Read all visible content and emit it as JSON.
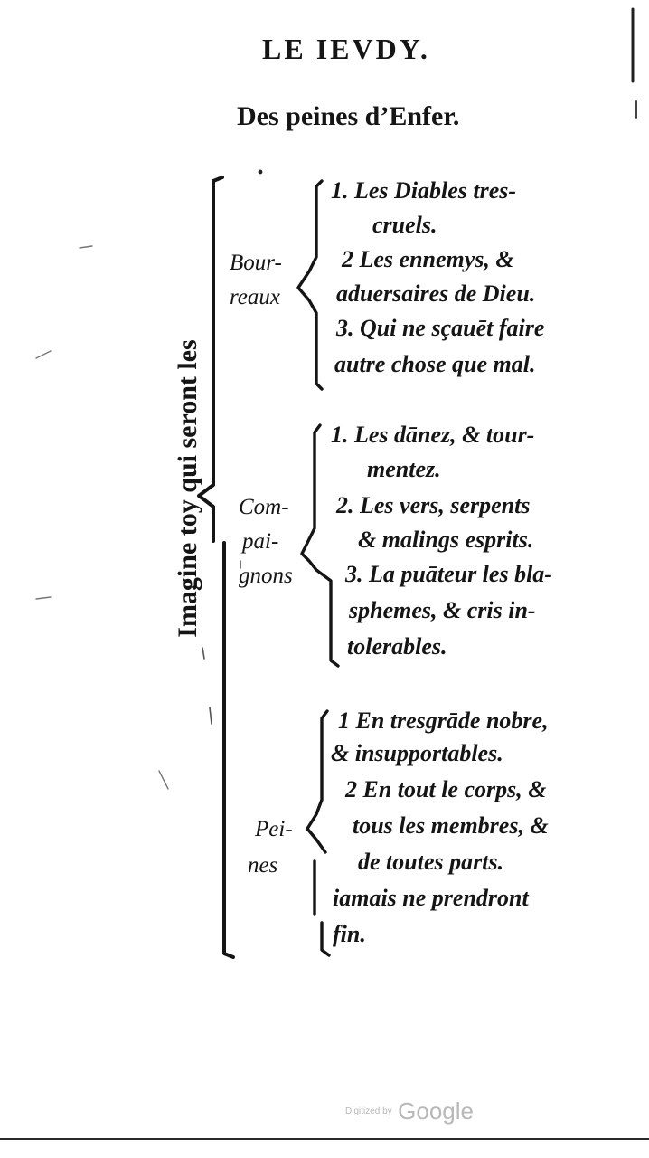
{
  "header": {
    "running_head": "LE IEVDY.",
    "chapter_title": "Des peines d’Enfer."
  },
  "sidebar_label": "Imagine toy qui seront les",
  "sections": [
    {
      "label_lines": [
        "Bour-",
        "reaux"
      ],
      "lines": [
        "1. Les Diables tres-",
        "cruels.",
        "2 Les ennemys, &",
        "aduersaires de Dieu.",
        "3. Qui ne sçauēt faire",
        "autre chose que mal."
      ]
    },
    {
      "label_lines": [
        "Com-",
        "pai-",
        "gnons"
      ],
      "lines": [
        "1. Les dānez, & tour-",
        "mentez.",
        "2. Les vers, serpents",
        "& malings esprits.",
        "3. La puāteur les bla-",
        "sphemes, & cris in-",
        "tolerables."
      ]
    },
    {
      "label_lines": [
        "Pei-",
        "nes"
      ],
      "lines": [
        "1 En tresgrāde nobre,",
        "& insupportables.",
        "2 En tout le corps, &",
        "tous les membres, &",
        "de toutes parts.",
        "iamais ne prendront",
        "fin."
      ]
    }
  ],
  "footer": {
    "digitized_by": "Digitized by",
    "brand": "Google"
  }
}
